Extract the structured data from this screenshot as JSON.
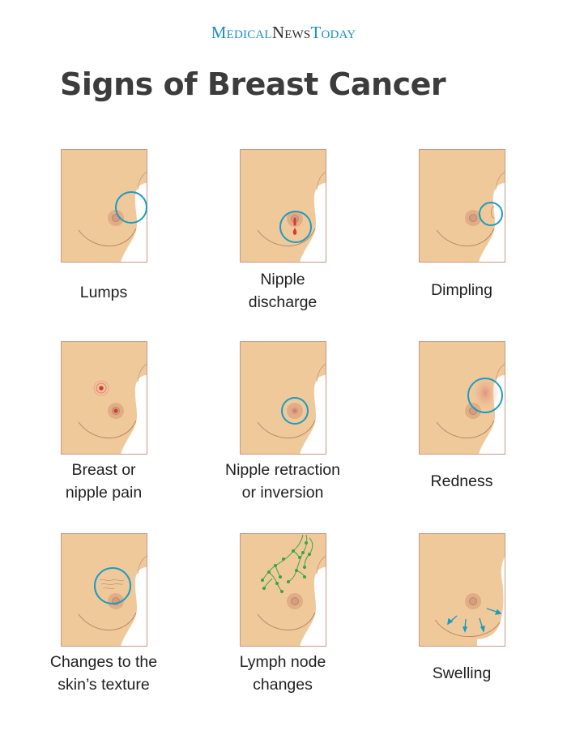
{
  "brand": {
    "part1_cap": "M",
    "part1_rest": "EDICAL",
    "part2_cap": "N",
    "part2_rest": "EWS",
    "part3_cap": "T",
    "part3_rest": "ODAY",
    "colors": {
      "blue": "#1a8fc4",
      "dark": "#2b2b2b"
    }
  },
  "title": "Signs of Breast Cancer",
  "colors": {
    "skin": "#f0c99b",
    "skin_outline": "#c79a86",
    "areola": "#e1ad85",
    "nipple": "#d49d80",
    "highlight_circle": "#1b9cc2",
    "red": "#d83a30",
    "lymph": "#3aa545",
    "label_text": "#1f1f1f",
    "title_text": "#3c3c3c"
  },
  "signs": [
    {
      "id": "lumps",
      "line1": "Lumps",
      "line2": "",
      "icon": "lump-circle-icon"
    },
    {
      "id": "nipple-discharge",
      "line1": "Nipple",
      "line2": "discharge",
      "icon": "discharge-drop-icon"
    },
    {
      "id": "dimpling",
      "line1": "Dimpling",
      "line2": "",
      "icon": "dimple-circle-icon"
    },
    {
      "id": "pain",
      "line1": "Breast or",
      "line2": "nipple pain",
      "icon": "pain-point-icon"
    },
    {
      "id": "retraction",
      "line1": "Nipple retraction",
      "line2": "or inversion",
      "icon": "retraction-circle-icon"
    },
    {
      "id": "redness",
      "line1": "Redness",
      "line2": "",
      "icon": "redness-circle-icon"
    },
    {
      "id": "texture",
      "line1": "Changes to the",
      "line2": "skin’s texture",
      "icon": "texture-wrinkle-icon"
    },
    {
      "id": "lymph",
      "line1": "Lymph node",
      "line2": "changes",
      "icon": "lymph-vessels-icon"
    },
    {
      "id": "swelling",
      "line1": "Swelling",
      "line2": "",
      "icon": "swelling-arrows-icon"
    }
  ]
}
